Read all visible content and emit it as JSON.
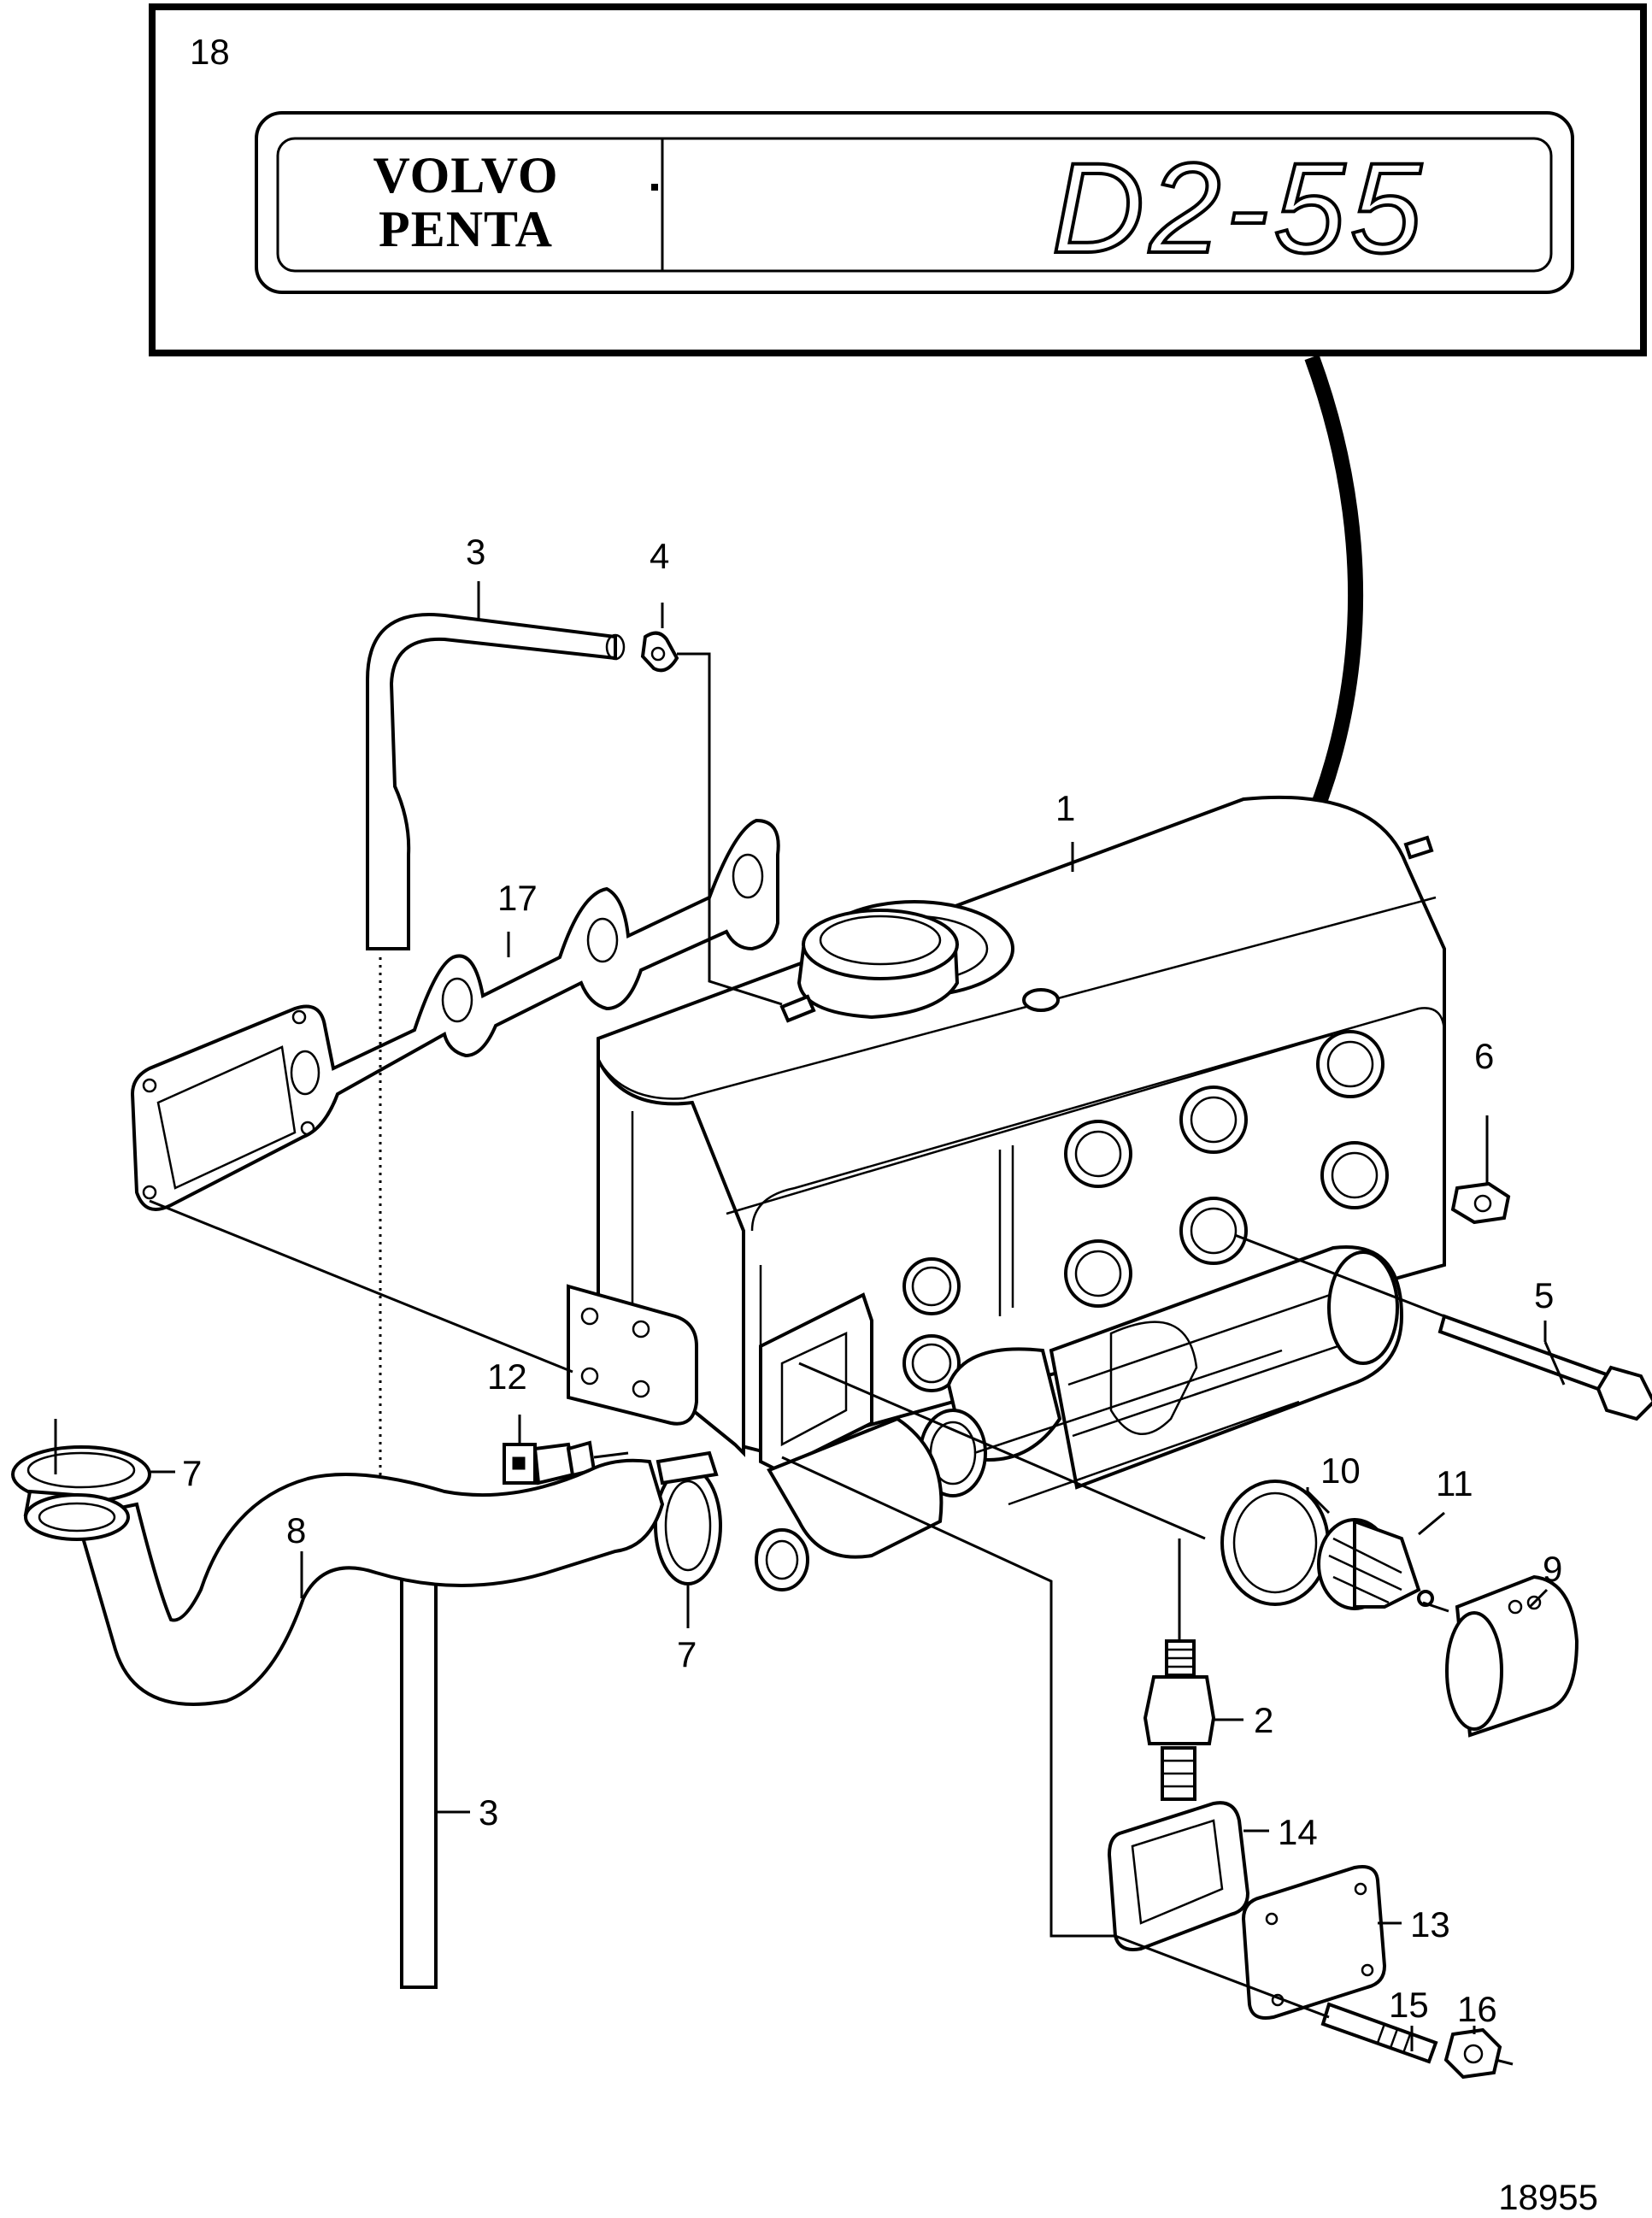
{
  "badge": {
    "callout": "18",
    "brand_line1": "VOLVO",
    "brand_line2": "PENTA",
    "model": "D2-55"
  },
  "callouts": {
    "c1": "1",
    "c2": "2",
    "c3_top": "3",
    "c3_bottom": "3",
    "c4": "4",
    "c5": "5",
    "c6": "6",
    "c7_left": "7",
    "c7_mid": "7",
    "c8": "8",
    "c9": "9",
    "c10": "10",
    "c11": "11",
    "c12": "12",
    "c13": "13",
    "c14": "14",
    "c15": "15",
    "c16": "16",
    "c17": "17"
  },
  "drawing_number": "18955"
}
